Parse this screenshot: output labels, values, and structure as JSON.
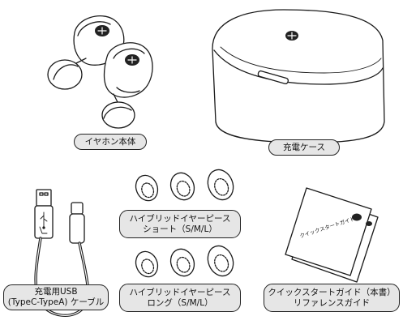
{
  "labels": {
    "earphones": "イヤホン本体",
    "case": "充電ケース",
    "cable_line1": "充電用USB",
    "cable_line2": "(TypeC-TypeA) ケーブル",
    "tips_short_line1": "ハイブリッドイヤーピース",
    "tips_short_line2": "ショート（S/M/L）",
    "tips_long_line1": "ハイブリッドイヤーピース",
    "tips_long_line2": "ロング（S/M/L）",
    "guide_line1": "クイックスタートガイド（本書）",
    "guide_line2": "リファレンスガイド"
  },
  "manual": {
    "cover_text": "クイックスタートガイド"
  },
  "icons": {
    "brand_logo": "brand-logo-icon",
    "usb_symbol": "usb-symbol-icon"
  }
}
